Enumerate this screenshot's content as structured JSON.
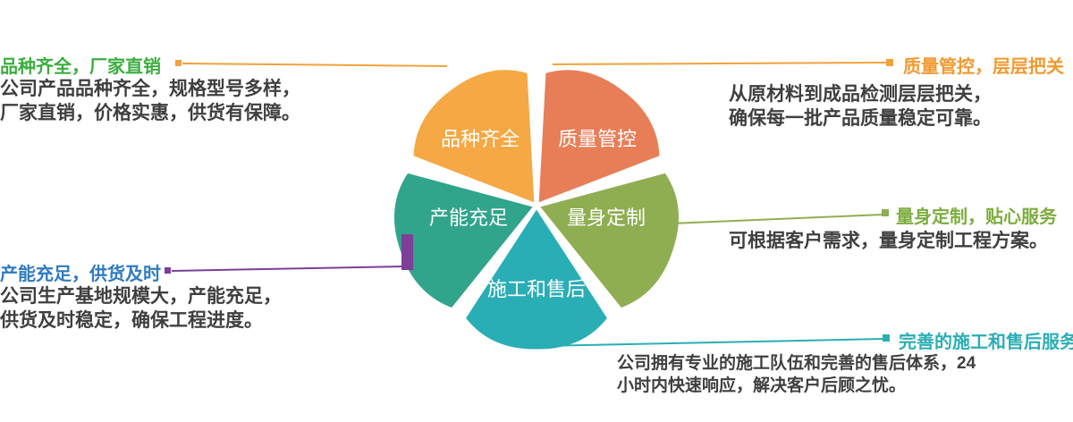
{
  "colors": {
    "petal_orange": "#F5A843",
    "petal_coral": "#E87E58",
    "petal_olive": "#8FAE52",
    "petal_teal": "#29AEB5",
    "petal_seagreen": "#31A48C",
    "accent_green": "#3BAE3F",
    "accent_orange": "#F2A23C",
    "accent_olive": "#8FAE52",
    "accent_teal": "#2BAEB5",
    "accent_blue": "#2F7BC0",
    "accent_purple": "#7E3F98",
    "body_text_color": "#3F3F3F"
  },
  "flower": {
    "petals": {
      "variety": "品种齐全",
      "quality": "质量管控",
      "custom": "量身定制",
      "service": "施工和售后",
      "capacity": "产能充足"
    }
  },
  "callouts": {
    "variety": {
      "heading": "品种齐全，厂家直销",
      "body": "公司产品品种齐全，规格型号多样，\n厂家直销，价格实惠，供货有保障。"
    },
    "quality": {
      "heading": "质量管控，层层把关",
      "body": "从原材料到成品检测层层把关，\n确保每一批产品质量稳定可靠。"
    },
    "custom": {
      "heading": "量身定制，贴心服务",
      "body": "可根据客户需求，量身定制工程方案。"
    },
    "service": {
      "heading": "完善的施工和售后服务",
      "body": "公司拥有专业的施工队伍和完善的售后体系，24\n小时内快速响应，解决客户后顾之忧。"
    },
    "capacity": {
      "heading": "产能充足，供货及时",
      "body": "公司生产基地规模大，产能充足，\n供货及时稳定，确保工程进度。"
    }
  }
}
